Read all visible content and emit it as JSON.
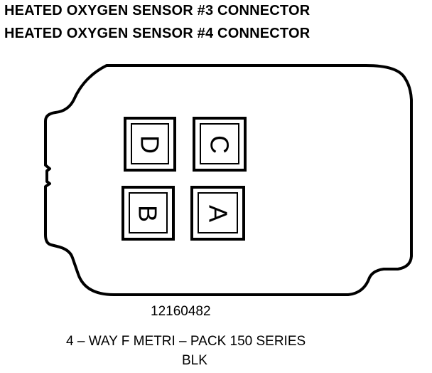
{
  "titles": {
    "line1": "HEATED OXYGEN SENSOR #3 CONNECTOR",
    "line2": "HEATED OXYGEN SENSOR #4 CONNECTOR"
  },
  "connector": {
    "pins": [
      {
        "id": "D",
        "label": "D"
      },
      {
        "id": "C",
        "label": "C"
      },
      {
        "id": "B",
        "label": "B"
      },
      {
        "id": "A",
        "label": "A"
      }
    ]
  },
  "captions": {
    "part_number": "12160482",
    "series": "4 – WAY F METRI – PACK 150 SERIES",
    "color": "BLK"
  }
}
